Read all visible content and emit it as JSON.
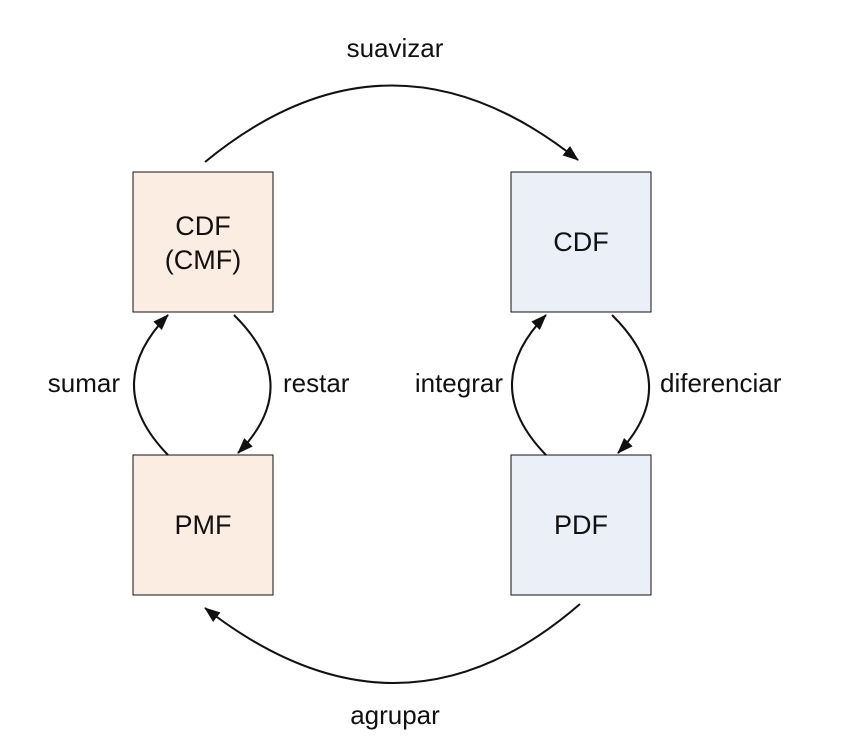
{
  "colors": {
    "discrete_fill": "#FBEDE1",
    "continuous_fill": "#EBF0F8",
    "stroke": "#111111",
    "background": "#FFFFFF"
  },
  "nodes": {
    "cdf_discrete": {
      "line1": "CDF",
      "line2": "(CMF)"
    },
    "pmf": {
      "label": "PMF"
    },
    "cdf_continuous": {
      "label": "CDF"
    },
    "pdf": {
      "label": "PDF"
    }
  },
  "edges": {
    "smooth": "suavizar",
    "bin": "agrupar",
    "sum": "sumar",
    "difference": "restar",
    "integrate": "integrar",
    "differentiate": "diferenciar"
  }
}
